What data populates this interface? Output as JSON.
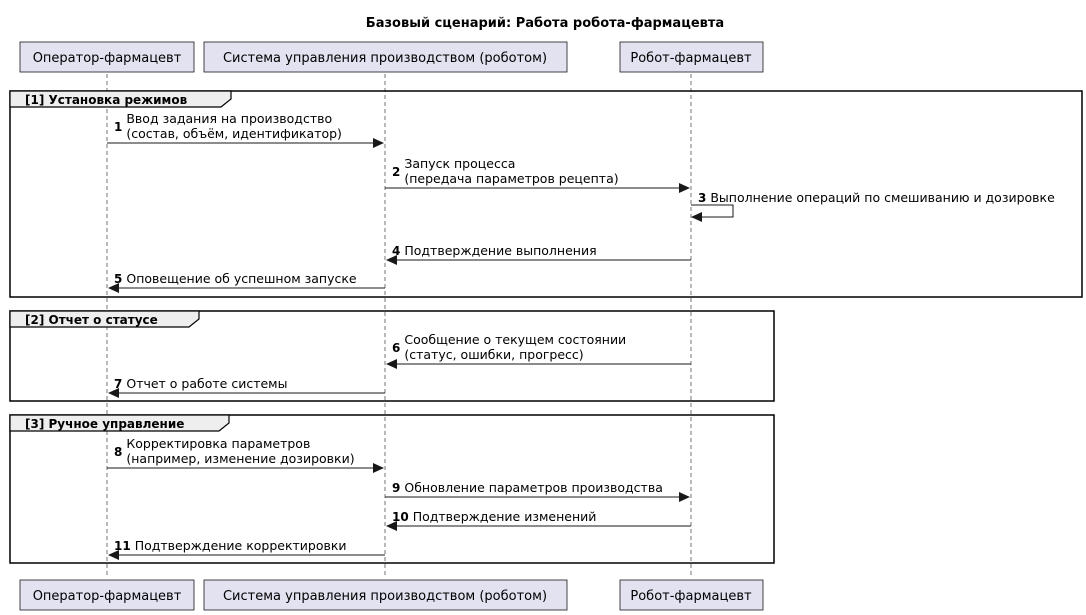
{
  "title": "Базовый сценарий: Работа робота-фармацевта",
  "participants": [
    {
      "id": "operator",
      "label": "Оператор-фармацевт"
    },
    {
      "id": "system",
      "label": "Система управления производством (роботом)"
    },
    {
      "id": "robot",
      "label": "Робот-фармацевт"
    }
  ],
  "groups": [
    {
      "label": "[1] Установка режимов"
    },
    {
      "label": "[2] Отчет о статусе"
    },
    {
      "label": "[3] Ручное управление"
    }
  ],
  "messages": [
    {
      "num": "1",
      "from": "operator",
      "to": "system",
      "lines": [
        "Ввод задания на производство",
        "(состав, объём, идентификатор)"
      ]
    },
    {
      "num": "2",
      "from": "system",
      "to": "robot",
      "lines": [
        "Запуск процесса",
        "(передача параметров рецепта)"
      ]
    },
    {
      "num": "3",
      "from": "robot",
      "to": "robot",
      "lines": [
        "Выполнение операций по смешиванию и дозировке"
      ]
    },
    {
      "num": "4",
      "from": "robot",
      "to": "system",
      "lines": [
        "Подтверждение выполнения"
      ]
    },
    {
      "num": "5",
      "from": "system",
      "to": "operator",
      "lines": [
        "Оповещение об успешном запуске"
      ]
    },
    {
      "num": "6",
      "from": "robot",
      "to": "system",
      "lines": [
        "Сообщение о текущем состоянии",
        "(статус, ошибки, прогресс)"
      ]
    },
    {
      "num": "7",
      "from": "system",
      "to": "operator",
      "lines": [
        "Отчет о работе системы"
      ]
    },
    {
      "num": "8",
      "from": "operator",
      "to": "system",
      "lines": [
        "Корректировка параметров",
        "(например, изменение дозировки)"
      ]
    },
    {
      "num": "9",
      "from": "system",
      "to": "robot",
      "lines": [
        "Обновление параметров производства"
      ]
    },
    {
      "num": "10",
      "from": "robot",
      "to": "system",
      "lines": [
        "Подтверждение изменений"
      ]
    },
    {
      "num": "11",
      "from": "system",
      "to": "operator",
      "lines": [
        "Подтверждение корректировки"
      ]
    }
  ]
}
